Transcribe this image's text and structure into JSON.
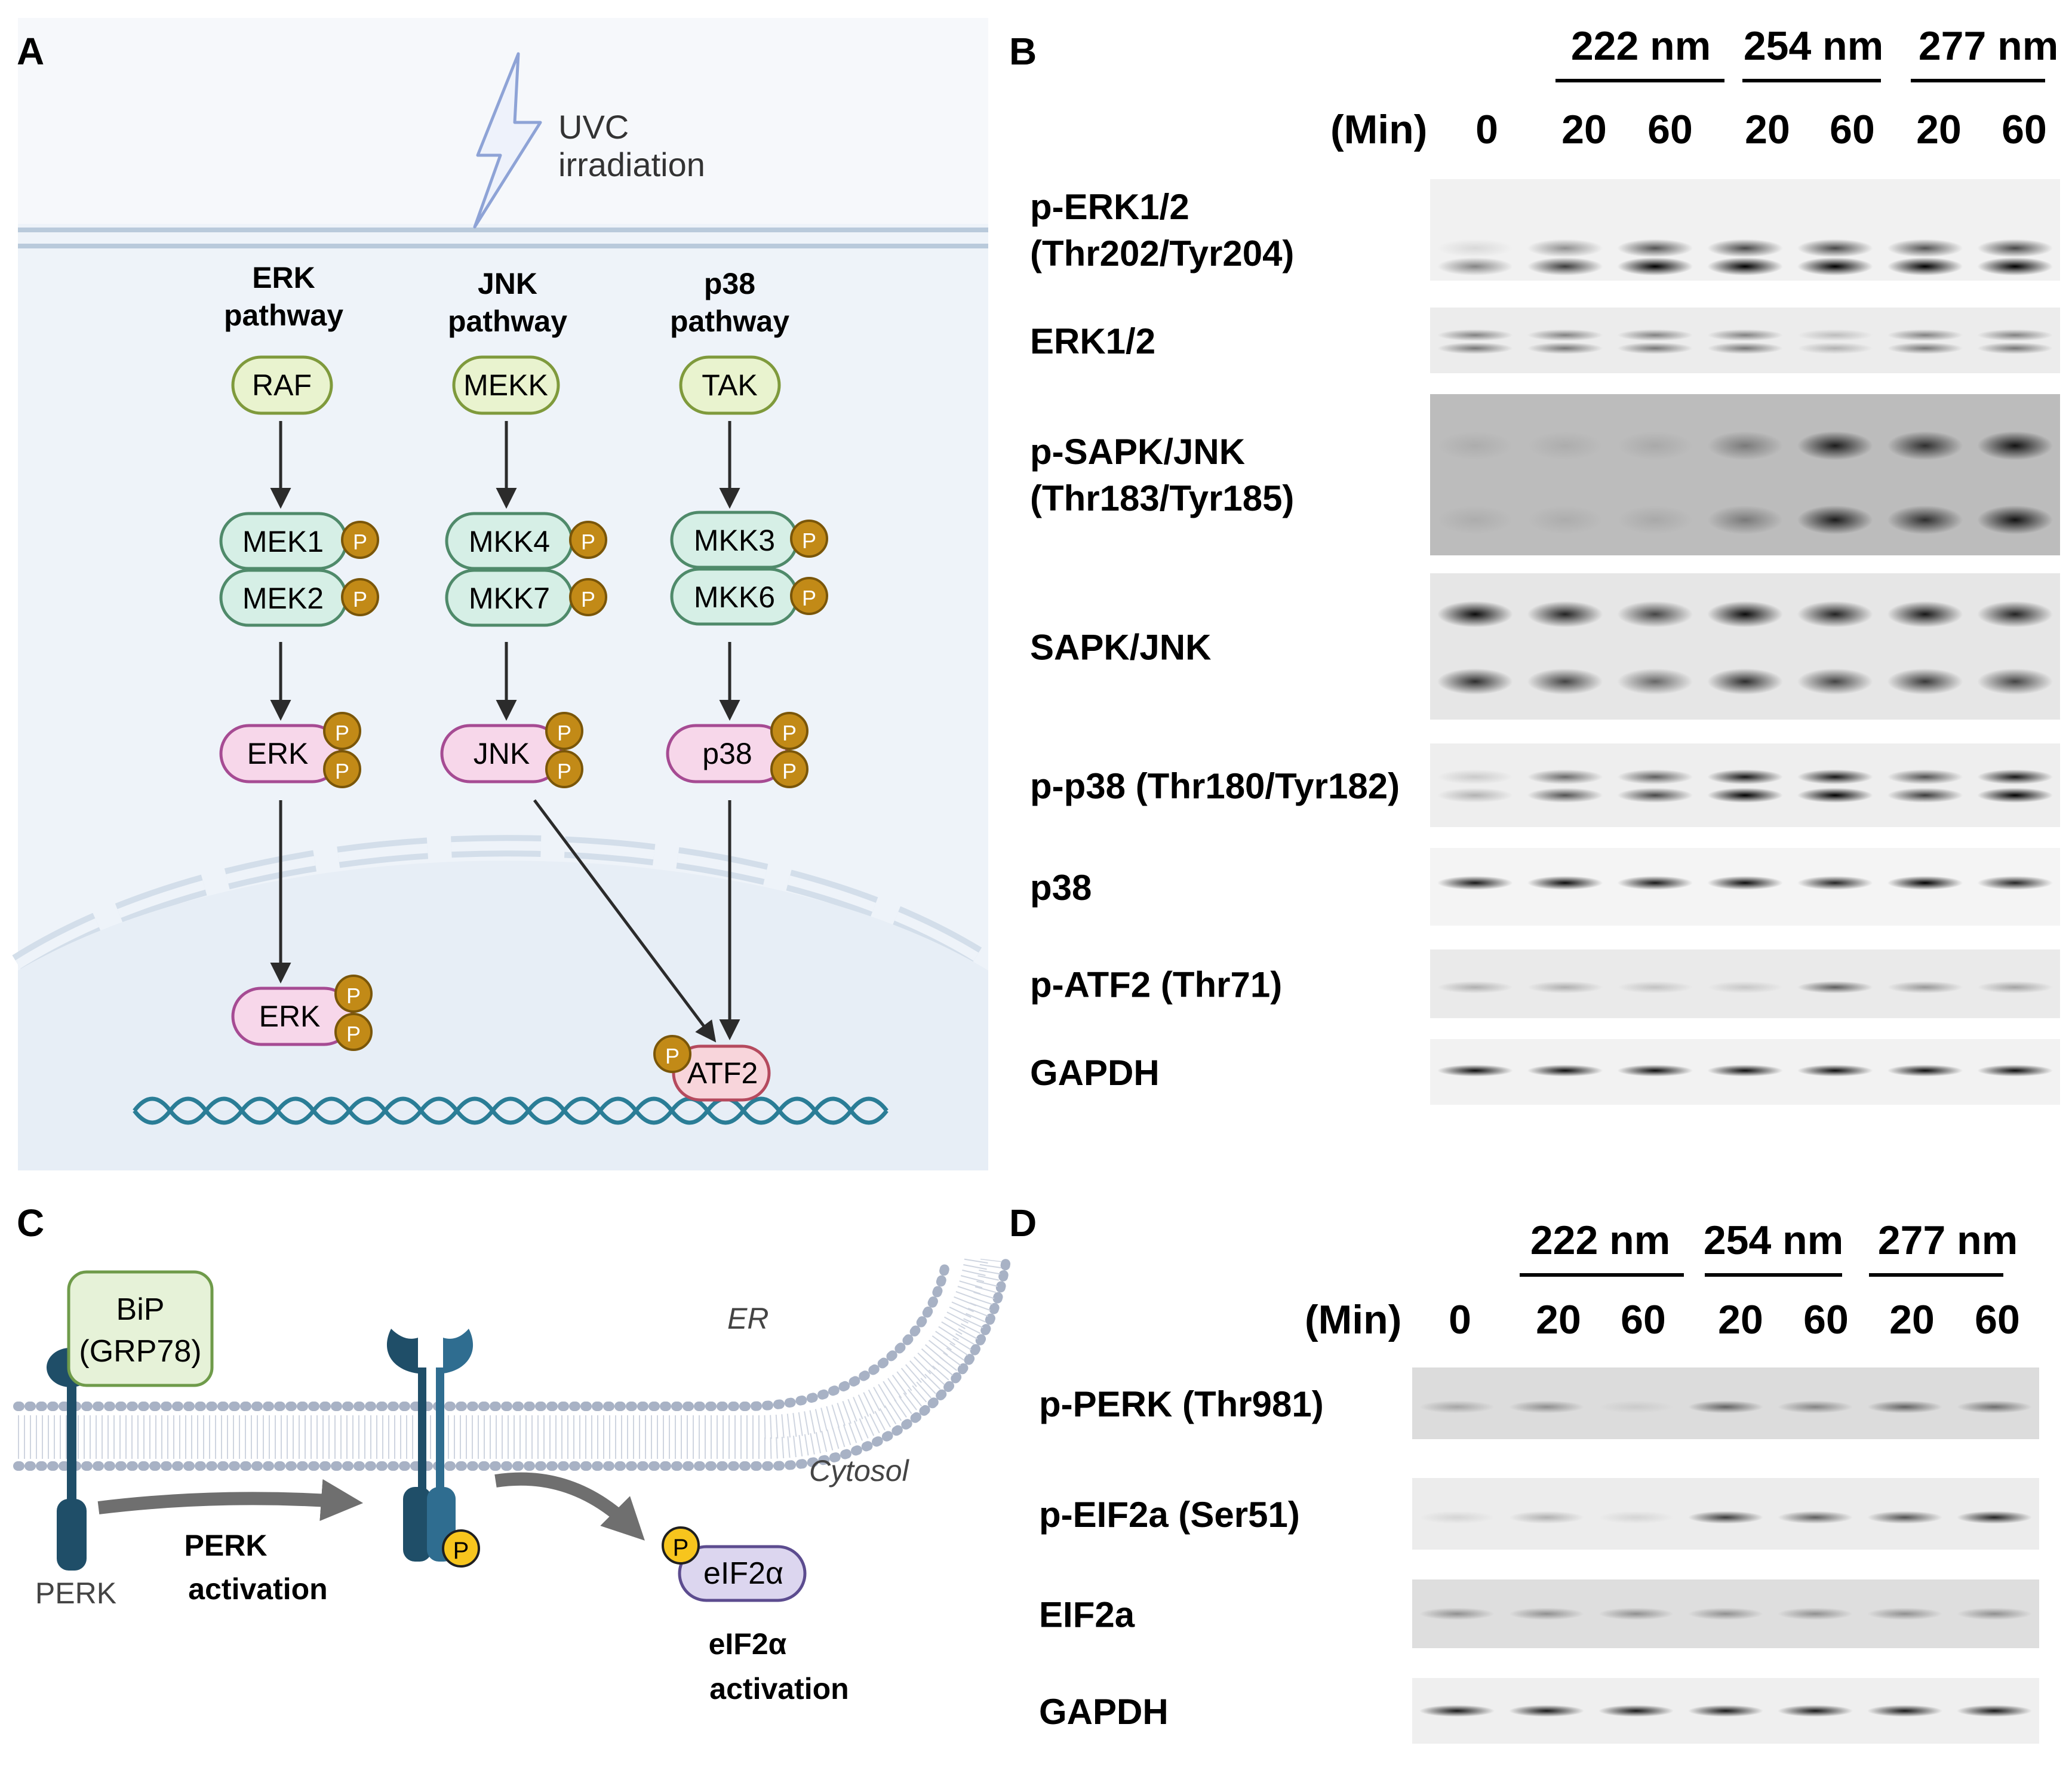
{
  "panel_letters": {
    "a": "A",
    "b": "B",
    "c": "C",
    "d": "D"
  },
  "panel_a": {
    "uvc_line1": "UVC",
    "uvc_line2": "irradiation",
    "pathways": [
      {
        "title1": "ERK",
        "title2": "pathway",
        "kinase3": "RAF",
        "kinase2": [
          "MEK1",
          "MEK2"
        ],
        "mapk": "ERK",
        "nuclear": "ERK"
      },
      {
        "title1": "JNK",
        "title2": "pathway",
        "kinase3": "MEKK",
        "kinase2": [
          "MKK4",
          "MKK7"
        ],
        "mapk": "JNK"
      },
      {
        "title1": "p38",
        "title2": "pathway",
        "kinase3": "TAK",
        "kinase2": [
          "MKK3",
          "MKK6"
        ],
        "mapk": "p38"
      }
    ],
    "phospho": "P",
    "atf2": "ATF2"
  },
  "panel_b": {
    "wavelengths": [
      "222 nm",
      "254 nm",
      "277 nm"
    ],
    "min_label": "(Min)",
    "times": [
      "0",
      "20",
      "60",
      "20",
      "60",
      "20",
      "60"
    ],
    "blots": [
      {
        "label1": "p-ERK1/2",
        "label2": "(Thr202/Tyr204)",
        "bg": "#f1f1f1",
        "bands": [
          [
            0.68,
            0.3
          ],
          [
            0.86,
            0.65
          ]
        ]
      },
      {
        "label1": "ERK1/2",
        "bg": "#ececec",
        "bands": [
          [
            0.42,
            0.45
          ],
          [
            0.62,
            0.5
          ]
        ]
      },
      {
        "label1": "p-SAPK/JNK",
        "label2": "(Thr183/Tyr185)",
        "bg": "#bcbcbc",
        "bands": [
          [
            0.32,
            0.0
          ],
          [
            0.78,
            0.0
          ]
        ]
      },
      {
        "label1": "SAPK/JNK",
        "bg": "#e6e6e6",
        "bands": [
          [
            0.28,
            0.75
          ],
          [
            0.74,
            0.6
          ]
        ]
      },
      {
        "label1": "p-p38 (Thr180/Tyr182)",
        "bg": "#eeeeee",
        "bands": [
          [
            0.4,
            0.45
          ],
          [
            0.62,
            0.55
          ]
        ]
      },
      {
        "label1": "p38",
        "bg": "#f4f4f4",
        "bands": [
          [
            0.45,
            0.9
          ]
        ]
      },
      {
        "label1": "p-ATF2 (Thr71)",
        "bg": "#eaeaea",
        "bands": [
          [
            0.55,
            0.15
          ]
        ]
      },
      {
        "label1": "GAPDH",
        "bg": "#f2f2f2",
        "bands": [
          [
            0.48,
            0.95
          ]
        ]
      }
    ]
  },
  "panel_c": {
    "bip1": "BiP",
    "bip2": "(GRP78)",
    "er": "ER",
    "cytosol": "Cytosol",
    "perk": "PERK",
    "perk_act1": "PERK",
    "perk_act2": "activation",
    "phospho": "P",
    "eif": "eIF2α",
    "eif_act1": "eIF2α",
    "eif_act2": "activation"
  },
  "panel_d": {
    "wavelengths": [
      "222 nm",
      "254 nm",
      "277 nm"
    ],
    "min_label": "(Min)",
    "times": [
      "0",
      "20",
      "60",
      "20",
      "60",
      "20",
      "60"
    ],
    "blots": [
      {
        "label1": "p-PERK (Thr981)",
        "bg": "#dcdcdc",
        "bands": [
          [
            0.55,
            0.2
          ]
        ]
      },
      {
        "label1": "p-EIF2a (Ser51)",
        "bg": "#ececec",
        "bands": [
          [
            0.55,
            0.15
          ]
        ]
      },
      {
        "label1": "EIF2a",
        "bg": "#dedede",
        "bands": [
          [
            0.5,
            0.35
          ]
        ]
      },
      {
        "label1": "GAPDH",
        "bg": "#efefef",
        "bands": [
          [
            0.5,
            0.9
          ]
        ]
      }
    ]
  },
  "colors": {
    "cell_bg": "#eef3f9",
    "membrane": "#b9cadb",
    "raf_fill": "#e9f3cf",
    "raf_stroke": "#7f9a3c",
    "mek_fill": "#d6efe6",
    "mek_stroke": "#4f8a6a",
    "mapk_fill": "#f7d7ea",
    "mapk_stroke": "#a64b93",
    "phos_fill": "#c28a17",
    "phos_stroke": "#7a5609",
    "atf2_fill": "#f8d5db",
    "atf2_stroke": "#b54a5e",
    "dna": "#2a7d96",
    "perk_dark": "#1f4e68",
    "perk_mid": "#2f6d90",
    "phos_yellow": "#f7c51d",
    "eif_fill": "#dcd6ef",
    "eif_stroke": "#5c4c8f",
    "bip_fill": "#e6f2d8",
    "bip_stroke": "#6f9b4a",
    "er_membrane": "#a8b2c5",
    "arrow_grey": "#6f6f6f"
  }
}
